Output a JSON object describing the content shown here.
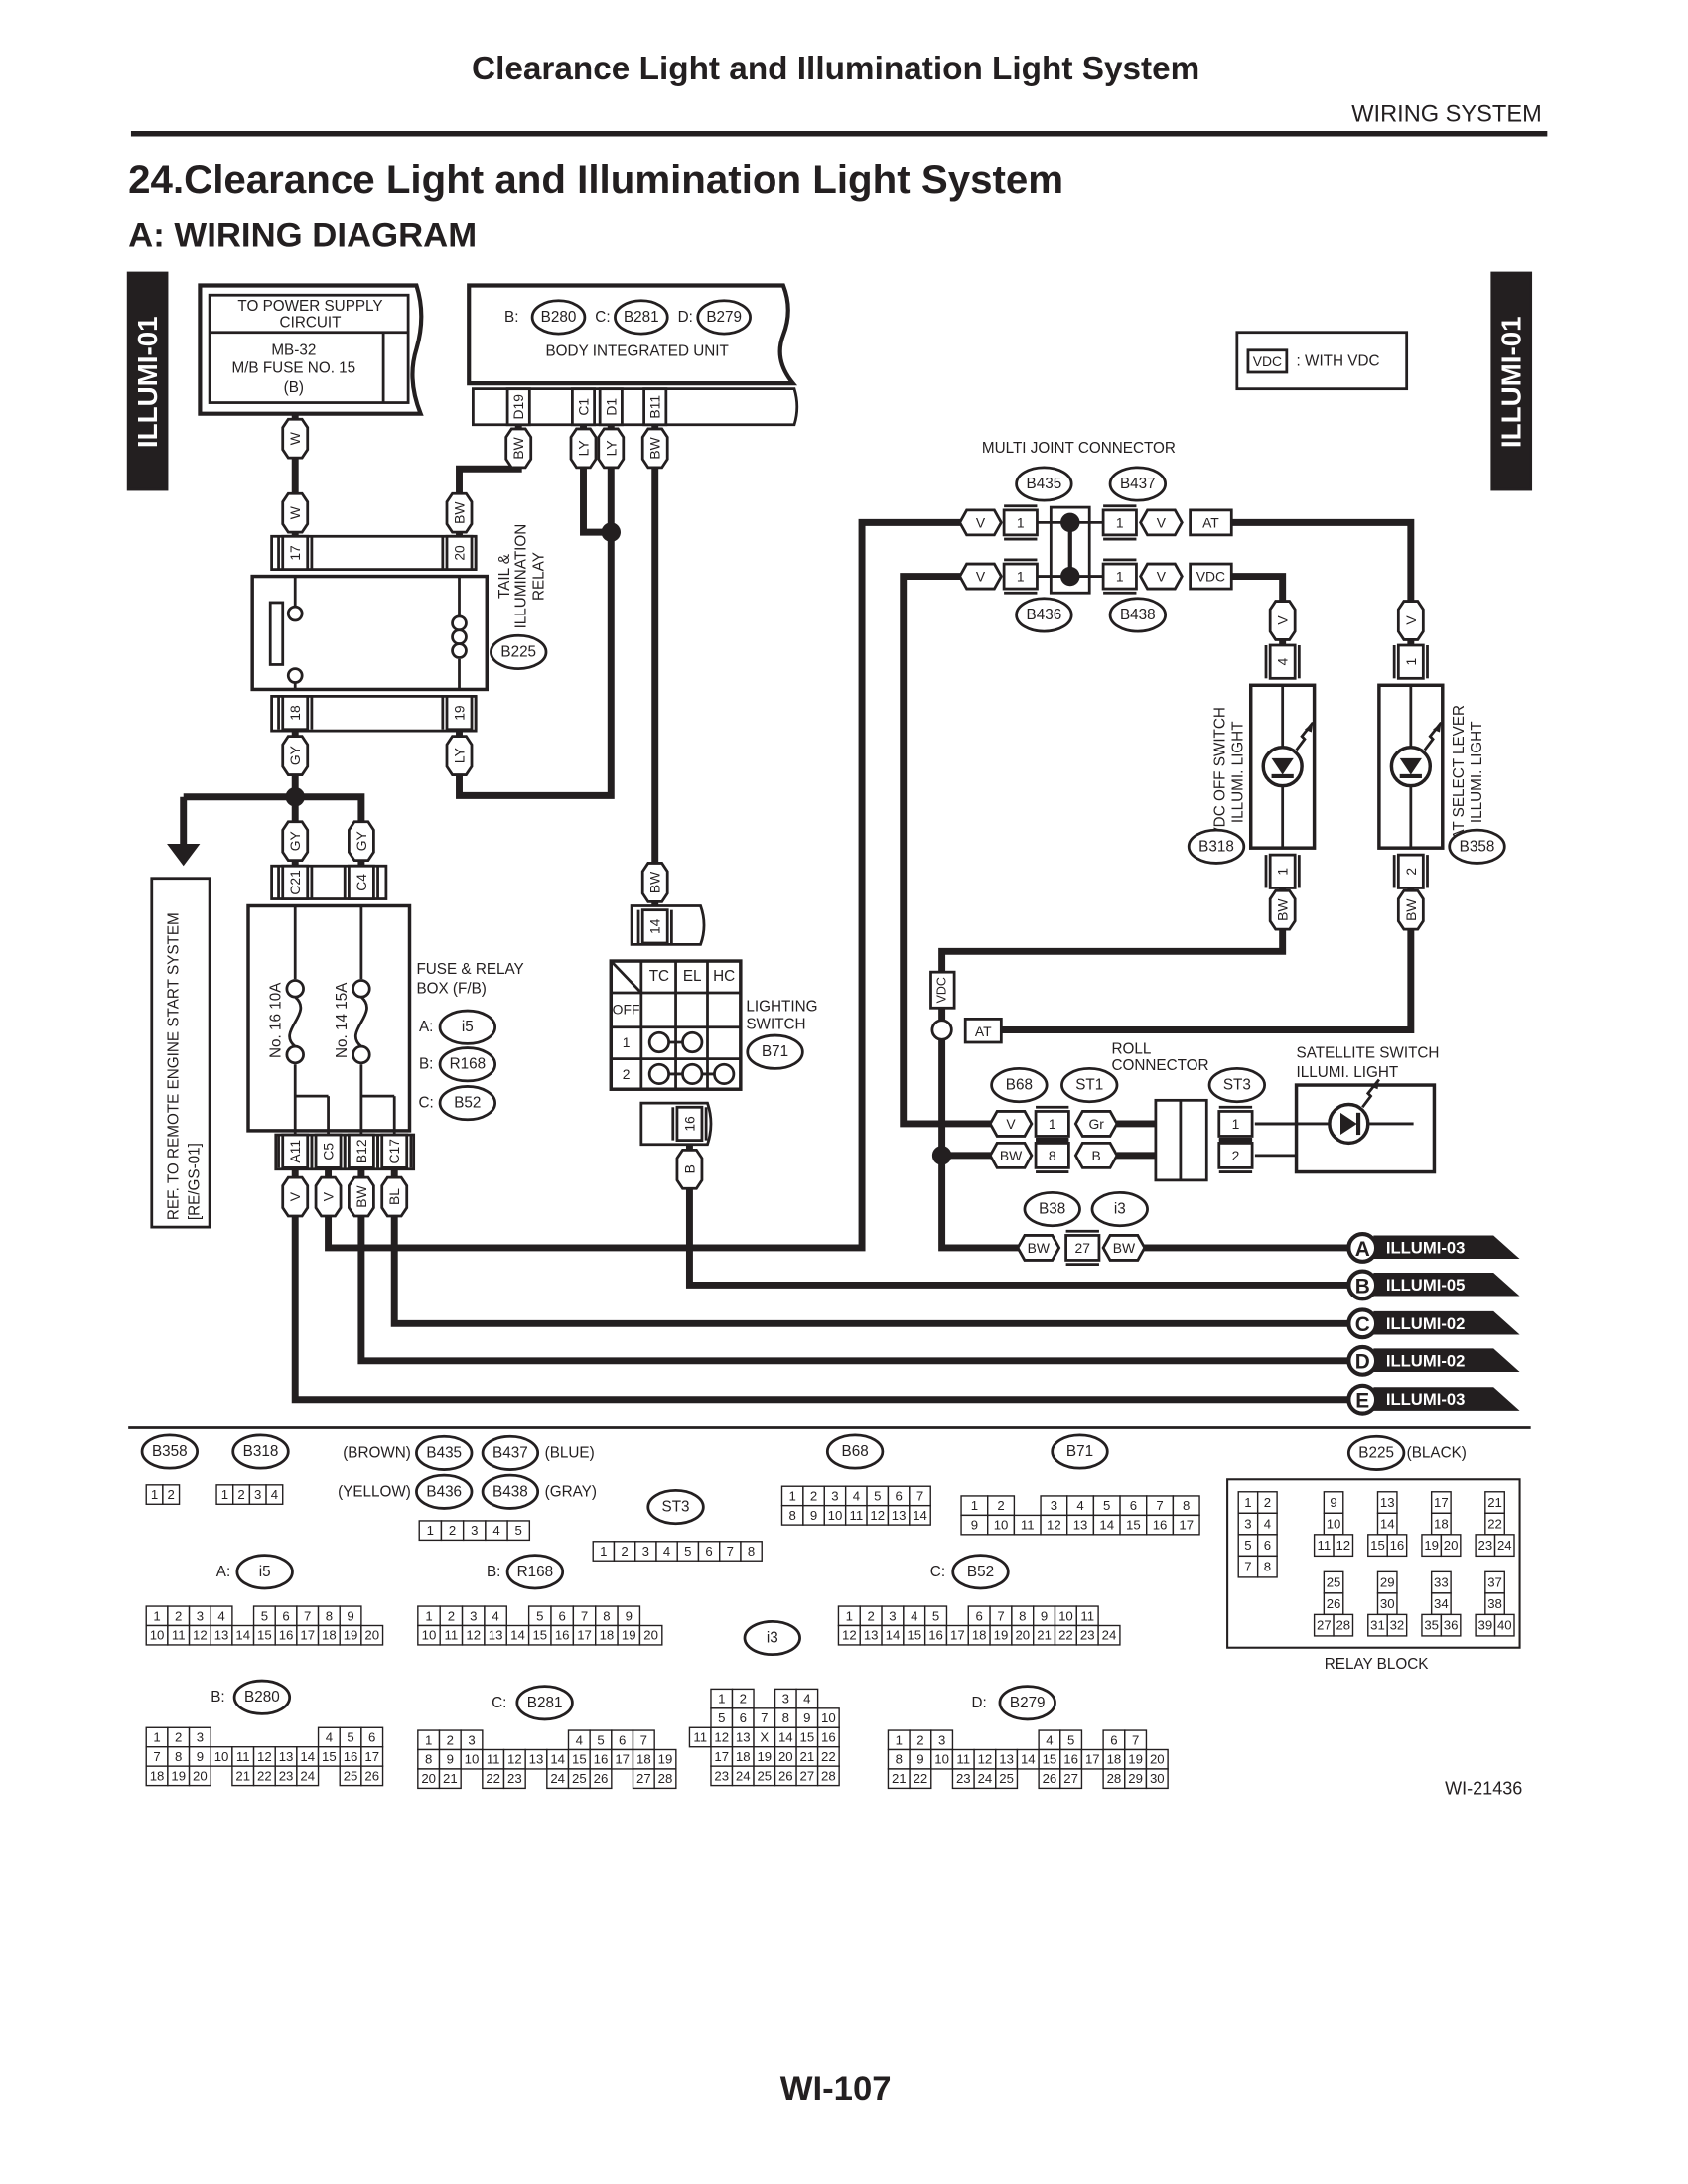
{
  "header": {
    "running_title": "Clearance Light and Illumination Light System",
    "section": "WIRING SYSTEM",
    "title": "24.Clearance Light and Illumination Light System",
    "subtitle": "A:  WIRING DIAGRAM",
    "page_number": "WI-107",
    "figure_id": "WI-21436"
  },
  "side_tab": "ILLUMI-01",
  "legend": {
    "tag": "VDC",
    "text": ": WITH VDC"
  },
  "power_supply": {
    "line1": "TO POWER SUPPLY",
    "line2": "CIRCUIT",
    "fuse_line1": "MB-32",
    "fuse_line2": "M/B FUSE NO. 15",
    "fuse_line3": "(B)",
    "wire": "W"
  },
  "body_integrated_unit": {
    "name": "BODY INTEGRATED UNIT",
    "connectors": [
      {
        "prefix": "B:",
        "id": "B280"
      },
      {
        "prefix": "C:",
        "id": "B281"
      },
      {
        "prefix": "D:",
        "id": "B279"
      }
    ],
    "pins": [
      "D19",
      "C1",
      "D1",
      "B11"
    ],
    "wires": [
      "BW",
      "LY",
      "LY",
      "BW"
    ]
  },
  "relay": {
    "label": [
      "TAIL &",
      "ILLUMINATION",
      "RELAY"
    ],
    "connector": "B225",
    "pins_top": [
      "17",
      "20"
    ],
    "wires_top": [
      "W",
      "BW"
    ],
    "pins_bottom": [
      "18",
      "19"
    ],
    "wires_bottom": [
      "GY",
      "LY"
    ]
  },
  "remote_ref": {
    "line1": "REF. TO REMOTE ENGINE START SYSTEM",
    "line2": "[RE/GS-01]"
  },
  "fuse_box": {
    "label": [
      "FUSE & RELAY",
      "BOX (F/B)"
    ],
    "connectors": [
      {
        "prefix": "A:",
        "id": "i5"
      },
      {
        "prefix": "B:",
        "id": "R168"
      },
      {
        "prefix": "C:",
        "id": "B52"
      }
    ],
    "fuses": [
      "No. 16 10A",
      "No. 14 15A"
    ],
    "pins_top": [
      "C21",
      "C4"
    ],
    "wires_top": [
      "GY",
      "GY"
    ],
    "pins_bottom": [
      "A11",
      "C5",
      "B12",
      "C17"
    ],
    "wires_bottom": [
      "V",
      "V",
      "BW",
      "BL"
    ]
  },
  "lighting_switch": {
    "label": [
      "LIGHTING",
      "SWITCH"
    ],
    "connector": "B71",
    "pin_top": "14",
    "wire_top": "BW",
    "pin_bottom": "16",
    "wire_bottom": "B",
    "columns": [
      "TC",
      "EL",
      "HC"
    ],
    "rows": [
      "OFF",
      "1",
      "2"
    ]
  },
  "multi_joint": {
    "label": "MULTI JOINT CONNECTOR",
    "connectors": [
      "B435",
      "B437",
      "B436",
      "B438"
    ],
    "pin": "1",
    "wire": "V",
    "tags": [
      "AT",
      "VDC"
    ]
  },
  "vdc_switch": {
    "label": [
      "VDC OFF SWITCH",
      "ILLUMI. LIGHT"
    ],
    "connector": "B318",
    "pins": [
      "4",
      "1"
    ],
    "wires": [
      "V",
      "BW"
    ]
  },
  "at_lever": {
    "label": [
      "AT SELECT LEVER",
      "ILLUMI. LIGHT"
    ],
    "connector": "B358",
    "pins": [
      "1",
      "2"
    ],
    "wires": [
      "V",
      "BW"
    ]
  },
  "junction_tags": {
    "vdc": "VDC",
    "at": "AT"
  },
  "roll_connector": {
    "label": [
      "ROLL",
      "CONNECTOR"
    ],
    "connectors": [
      "B68",
      "ST1",
      "ST3"
    ],
    "pins": [
      "1",
      "8"
    ],
    "wires_left": [
      "V",
      "BW"
    ],
    "wires_right": [
      "Gr",
      "B"
    ],
    "st3_pins": [
      "1",
      "2"
    ]
  },
  "satellite": {
    "label": [
      "SATELLITE SWITCH",
      "ILLUMI. LIGHT"
    ]
  },
  "joint_b38": {
    "connectors": [
      "B38",
      "i3"
    ],
    "pin": "27",
    "wires": [
      "BW",
      "BW"
    ]
  },
  "continuations": [
    {
      "letter": "A",
      "target": "ILLUMI-03"
    },
    {
      "letter": "B",
      "target": "ILLUMI-05"
    },
    {
      "letter": "C",
      "target": "ILLUMI-02"
    },
    {
      "letter": "D",
      "target": "ILLUMI-02"
    },
    {
      "letter": "E",
      "target": "ILLUMI-03"
    }
  ],
  "connector_views": [
    {
      "id": "B358",
      "rows": [
        [
          "1",
          "2"
        ]
      ]
    },
    {
      "id": "B318",
      "rows": [
        [
          "1",
          "2",
          "3",
          "4"
        ]
      ]
    },
    {
      "id": "ST3",
      "rows": [
        [
          "1",
          "2",
          "3",
          "4",
          "5",
          "6",
          "7",
          "8"
        ]
      ]
    },
    {
      "id": "B68",
      "rows": [
        [
          "1",
          "2",
          "3",
          "4",
          "5",
          "6",
          "7"
        ],
        [
          "8",
          "9",
          "10",
          "11",
          "12",
          "13",
          "14"
        ]
      ]
    },
    {
      "id": "B71",
      "rows": [
        [
          "1",
          "2",
          "",
          "3",
          "4",
          "5",
          "6",
          "7",
          "8"
        ],
        [
          "9",
          "10",
          "11",
          "12",
          "13",
          "14",
          "15",
          "16",
          "17"
        ]
      ]
    },
    {
      "prefix": "A:",
      "id": "i5",
      "rows": [
        [
          "1",
          "2",
          "3",
          "4",
          "",
          "5",
          "6",
          "7",
          "8",
          "9"
        ],
        [
          "10",
          "11",
          "12",
          "13",
          "14",
          "15",
          "16",
          "17",
          "18",
          "19",
          "20"
        ]
      ]
    },
    {
      "prefix": "B:",
      "id": "R168",
      "rows": [
        [
          "1",
          "2",
          "3",
          "4",
          "",
          "5",
          "6",
          "7",
          "8",
          "9"
        ],
        [
          "10",
          "11",
          "12",
          "13",
          "14",
          "15",
          "16",
          "17",
          "18",
          "19",
          "20"
        ]
      ]
    },
    {
      "prefix": "C:",
      "id": "B52",
      "rows": [
        [
          "1",
          "2",
          "3",
          "4",
          "5",
          "",
          "6",
          "7",
          "8",
          "9",
          "10",
          "11"
        ],
        [
          "12",
          "13",
          "14",
          "15",
          "16",
          "17",
          "18",
          "19",
          "20",
          "21",
          "22",
          "23",
          "24"
        ]
      ]
    },
    {
      "id": "i3",
      "rows": [
        [
          "",
          "1",
          "2",
          "",
          "3",
          "4"
        ],
        [
          "",
          "5",
          "6",
          "7",
          "8",
          "9",
          "10"
        ],
        [
          "11",
          "12",
          "13",
          "X",
          "14",
          "15",
          "16"
        ],
        [
          "",
          "17",
          "18",
          "19",
          "20",
          "21",
          "22"
        ],
        [
          "",
          "23",
          "24",
          "25",
          "26",
          "27",
          "28"
        ]
      ]
    },
    {
      "prefix": "B:",
      "id": "B280",
      "rows": [
        [
          "1",
          "2",
          "3",
          "",
          "",
          "",
          "",
          "",
          "4",
          "5",
          "6"
        ],
        [
          "7",
          "8",
          "9",
          "10",
          "11",
          "12",
          "13",
          "14",
          "15",
          "16",
          "17"
        ],
        [
          "18",
          "19",
          "20",
          "",
          "21",
          "22",
          "23",
          "24",
          "",
          "25",
          "26"
        ]
      ]
    },
    {
      "prefix": "C:",
      "id": "B281",
      "rows": [
        [
          "1",
          "2",
          "3",
          "",
          "",
          "",
          "",
          "4",
          "5",
          "6",
          "7"
        ],
        [
          "8",
          "9",
          "10",
          "11",
          "12",
          "13",
          "14",
          "15",
          "16",
          "17",
          "18",
          "19"
        ],
        [
          "20",
          "21",
          "",
          "22",
          "23",
          "",
          "24",
          "25",
          "26",
          "",
          "27",
          "28"
        ]
      ]
    },
    {
      "prefix": "D:",
      "id": "B279",
      "rows": [
        [
          "1",
          "2",
          "3",
          "",
          "",
          "",
          "",
          "4",
          "5",
          "",
          "6",
          "7"
        ],
        [
          "8",
          "9",
          "10",
          "11",
          "12",
          "13",
          "14",
          "15",
          "16",
          "17",
          "18",
          "19",
          "20"
        ],
        [
          "21",
          "22",
          "",
          "23",
          "24",
          "25",
          "",
          "26",
          "27",
          "",
          "28",
          "29",
          "30"
        ]
      ]
    }
  ],
  "multi_joint_view": {
    "labels": [
      {
        "note": "(BROWN)",
        "id": "B435"
      },
      {
        "id": "B437",
        "note": "(BLUE)"
      },
      {
        "note": "(YELLOW)",
        "id": "B436"
      },
      {
        "id": "B438",
        "note": "(GRAY)"
      }
    ],
    "rows": [
      [
        "1",
        "2",
        "3",
        "4",
        "5"
      ]
    ]
  },
  "relay_block": {
    "id": "B225",
    "note": "(BLACK)",
    "label": "RELAY BLOCK",
    "groups": [
      [
        [
          "1",
          "2"
        ],
        [
          "3",
          "4"
        ],
        [
          "5",
          "6"
        ],
        [
          "7",
          "8"
        ]
      ],
      [
        [
          "9"
        ],
        [
          "10"
        ],
        [
          "11",
          "12"
        ]
      ],
      [
        [
          "13"
        ],
        [
          "14"
        ],
        [
          "15",
          "16"
        ]
      ],
      [
        [
          "17"
        ],
        [
          "18"
        ],
        [
          "19",
          "20"
        ]
      ],
      [
        [
          "21"
        ],
        [
          "22"
        ],
        [
          "23",
          "24"
        ]
      ],
      [
        [
          "25"
        ],
        [
          "26"
        ],
        [
          "27",
          "28"
        ]
      ],
      [
        [
          "29"
        ],
        [
          "30"
        ],
        [
          "31",
          "32"
        ]
      ],
      [
        [
          "33"
        ],
        [
          "34"
        ],
        [
          "35",
          "36"
        ]
      ],
      [
        [
          "37"
        ],
        [
          "38"
        ],
        [
          "39",
          "40"
        ]
      ]
    ]
  }
}
